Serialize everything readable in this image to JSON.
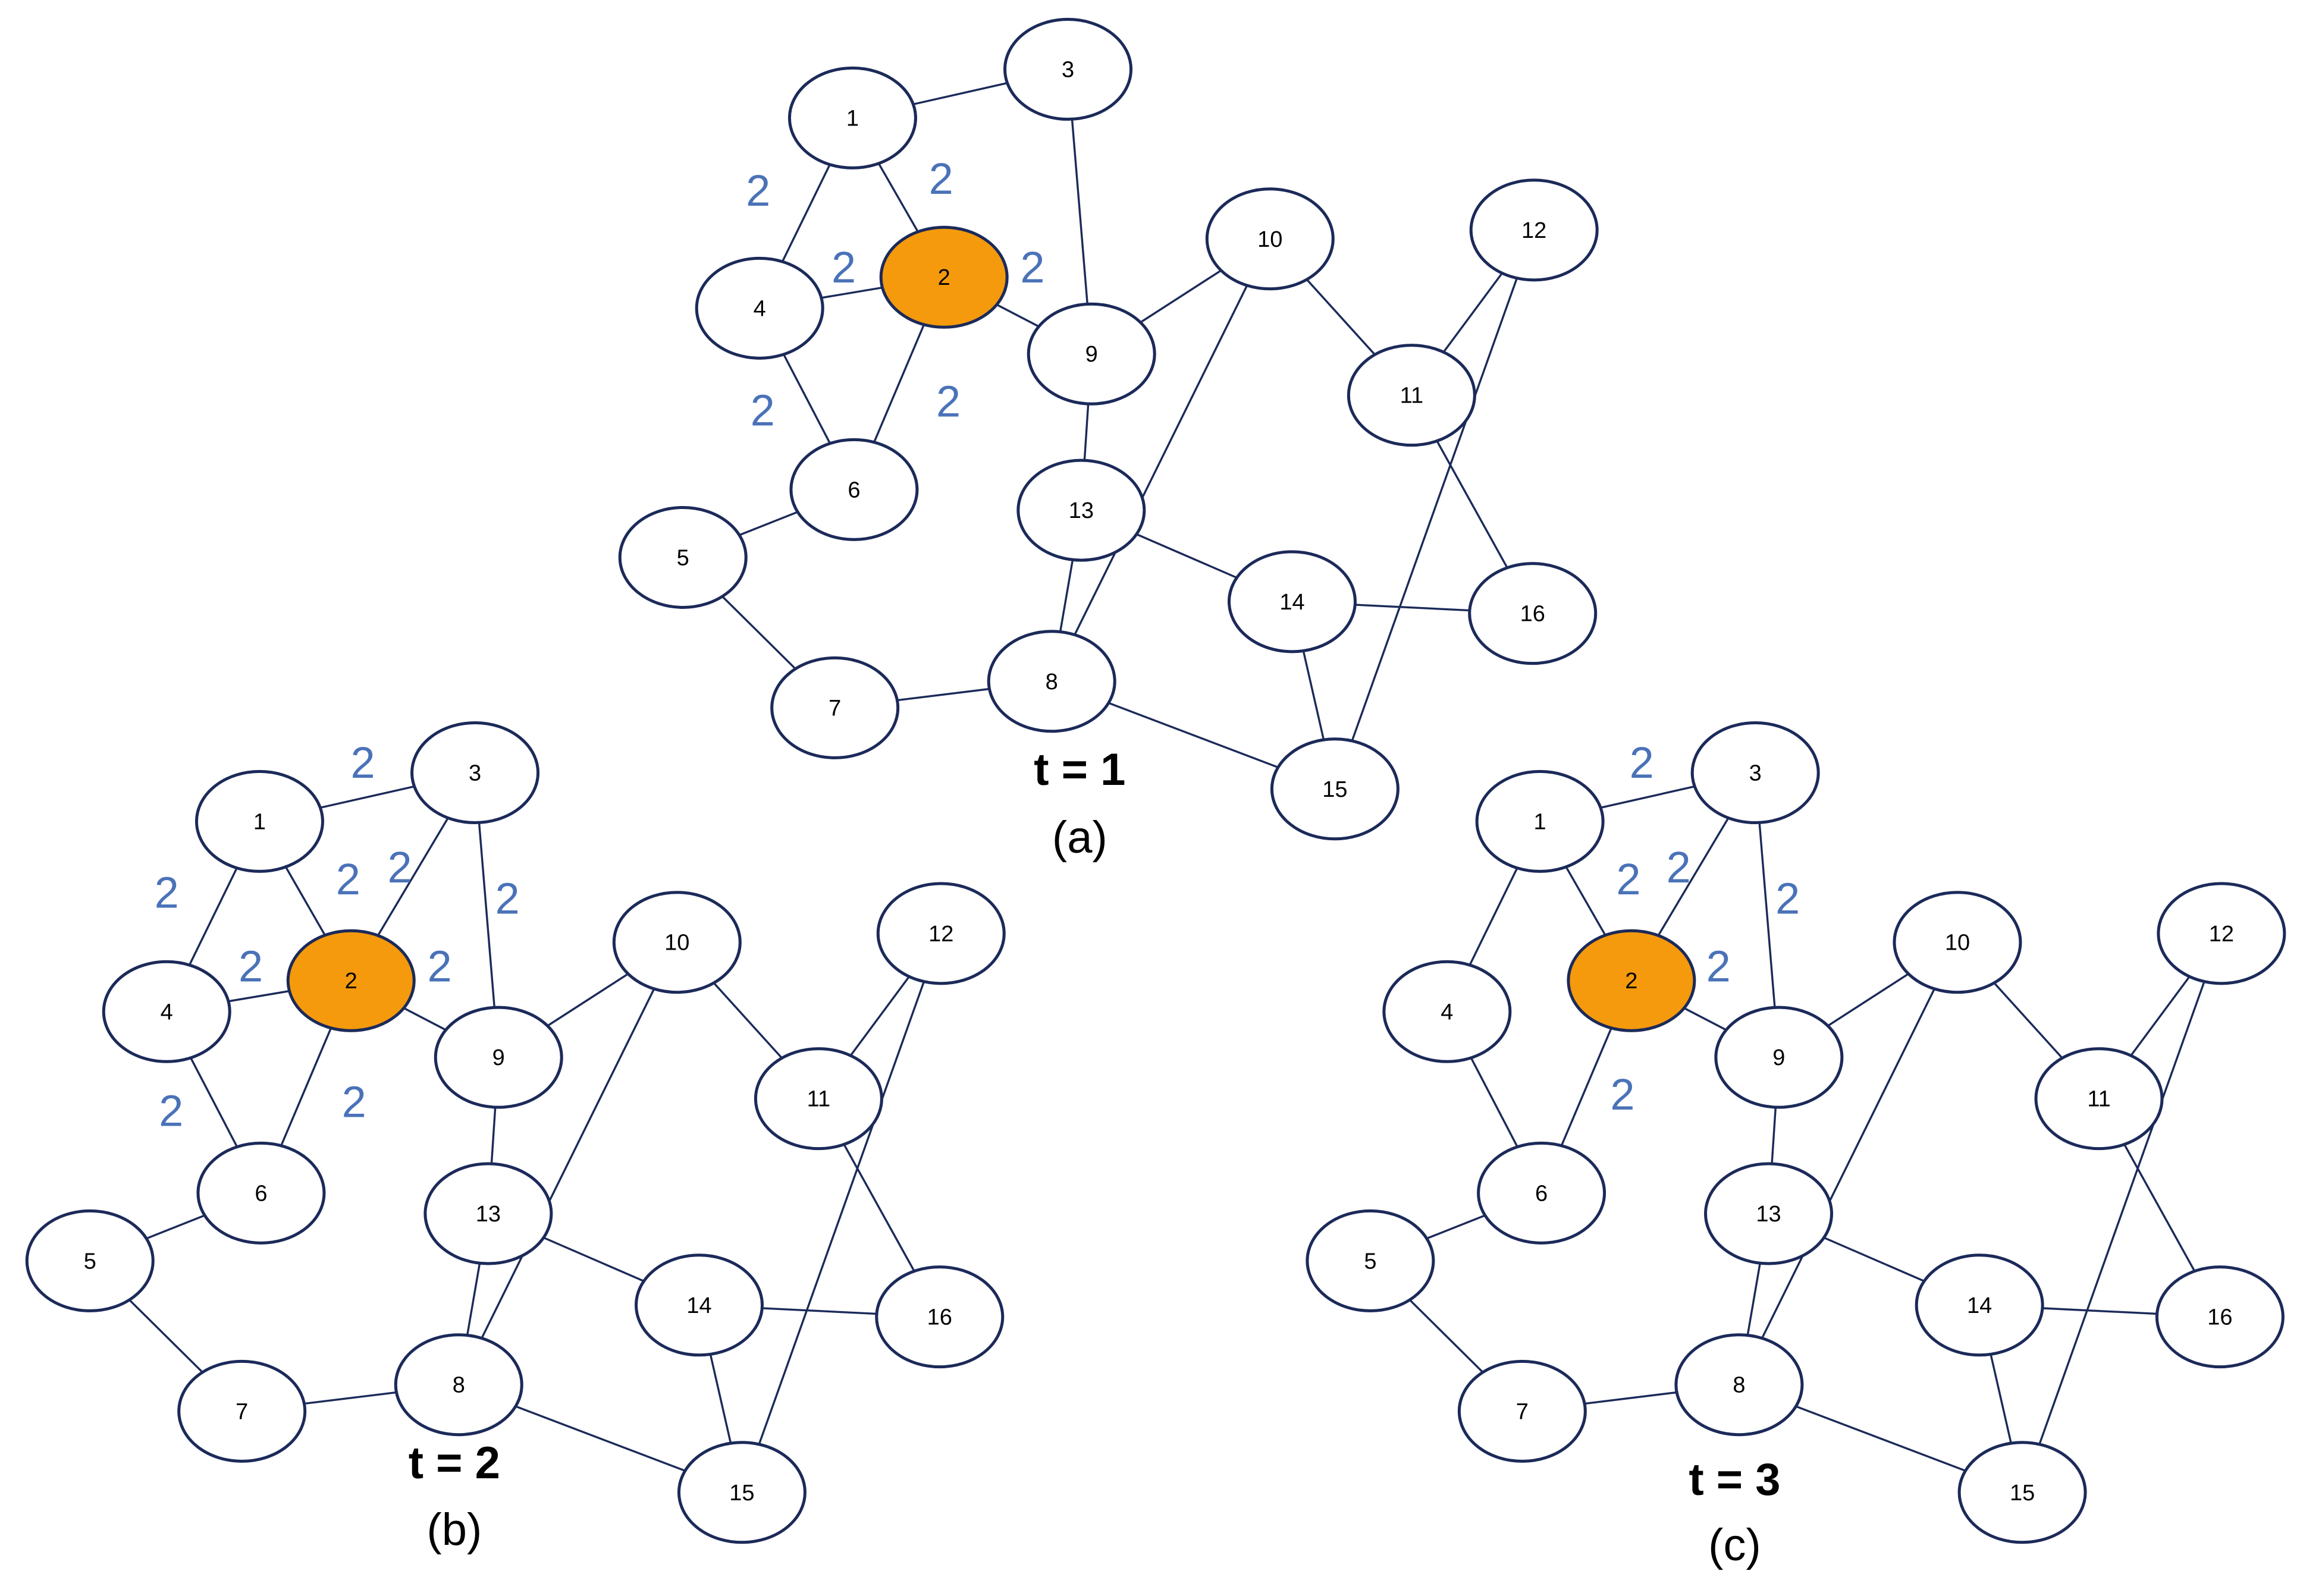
{
  "colors": {
    "node_fill": "#ffffff",
    "node_stroke": "#1b2a59",
    "edge": "#1b2a59",
    "highlight_fill": "#f59a0c",
    "weight_text": "#4a72b8"
  },
  "highlighted_node": "2",
  "nodes": [
    "1",
    "2",
    "3",
    "4",
    "5",
    "6",
    "7",
    "8",
    "9",
    "10",
    "11",
    "12",
    "13",
    "14",
    "15",
    "16"
  ],
  "edges": [
    [
      "1",
      "3"
    ],
    [
      "1",
      "4"
    ],
    [
      "1",
      "2"
    ],
    [
      "2",
      "4"
    ],
    [
      "2",
      "9"
    ],
    [
      "2",
      "6"
    ],
    [
      "4",
      "6"
    ],
    [
      "3",
      "9"
    ],
    [
      "9",
      "10"
    ],
    [
      "9",
      "13"
    ],
    [
      "10",
      "11"
    ],
    [
      "10",
      "8"
    ],
    [
      "11",
      "12"
    ],
    [
      "11",
      "16"
    ],
    [
      "12",
      "15"
    ],
    [
      "6",
      "5"
    ],
    [
      "5",
      "7"
    ],
    [
      "7",
      "8"
    ],
    [
      "13",
      "8"
    ],
    [
      "13",
      "14"
    ],
    [
      "14",
      "16"
    ],
    [
      "14",
      "15"
    ],
    [
      "8",
      "15"
    ],
    [
      "2",
      "3"
    ]
  ],
  "panels": [
    {
      "id": "a",
      "time_label": "t = 1",
      "sub_label": "(a)",
      "edge_keys": [
        "1-3",
        "1-4",
        "1-2",
        "2-4",
        "2-9",
        "2-6",
        "4-6",
        "3-9",
        "9-10",
        "9-13",
        "10-11",
        "10-8",
        "11-12",
        "11-16",
        "12-15",
        "6-5",
        "5-7",
        "7-8",
        "13-8",
        "13-14",
        "14-16",
        "14-15",
        "8-15"
      ],
      "weights": [
        {
          "edge": "1-4",
          "label": "2"
        },
        {
          "edge": "1-2",
          "label": "2"
        },
        {
          "edge": "2-4",
          "label": "2"
        },
        {
          "edge": "2-9",
          "label": "2"
        },
        {
          "edge": "4-6",
          "label": "2"
        },
        {
          "edge": "2-6",
          "label": "2"
        }
      ]
    },
    {
      "id": "b",
      "time_label": "t = 2",
      "sub_label": "(b)",
      "edge_keys": [
        "1-3",
        "1-4",
        "1-2",
        "2-4",
        "2-9",
        "2-6",
        "4-6",
        "3-9",
        "9-10",
        "9-13",
        "10-11",
        "10-8",
        "11-12",
        "11-16",
        "12-15",
        "6-5",
        "5-7",
        "7-8",
        "13-8",
        "13-14",
        "14-16",
        "14-15",
        "8-15",
        "2-3"
      ],
      "weights": [
        {
          "edge": "1-3",
          "label": "2"
        },
        {
          "edge": "1-4",
          "label": "2"
        },
        {
          "edge": "1-2",
          "label": "2"
        },
        {
          "edge": "2-3",
          "label": "2"
        },
        {
          "edge": "3-9",
          "label": "2"
        },
        {
          "edge": "2-4",
          "label": "2"
        },
        {
          "edge": "2-9",
          "label": "2"
        },
        {
          "edge": "4-6",
          "label": "2"
        },
        {
          "edge": "2-6",
          "label": "2"
        }
      ]
    },
    {
      "id": "c",
      "time_label": "t = 3",
      "sub_label": "(c)",
      "edge_keys": [
        "1-3",
        "1-4",
        "1-2",
        "2-9",
        "2-6",
        "4-6",
        "3-9",
        "9-10",
        "9-13",
        "10-11",
        "10-8",
        "11-12",
        "11-16",
        "12-15",
        "6-5",
        "5-7",
        "7-8",
        "13-8",
        "13-14",
        "14-16",
        "14-15",
        "8-15",
        "2-3"
      ],
      "weights": [
        {
          "edge": "1-3",
          "label": "2"
        },
        {
          "edge": "1-2",
          "label": "2"
        },
        {
          "edge": "2-3",
          "label": "2"
        },
        {
          "edge": "3-9",
          "label": "2"
        },
        {
          "edge": "2-9",
          "label": "2"
        },
        {
          "edge": "2-6",
          "label": "2"
        }
      ]
    }
  ]
}
